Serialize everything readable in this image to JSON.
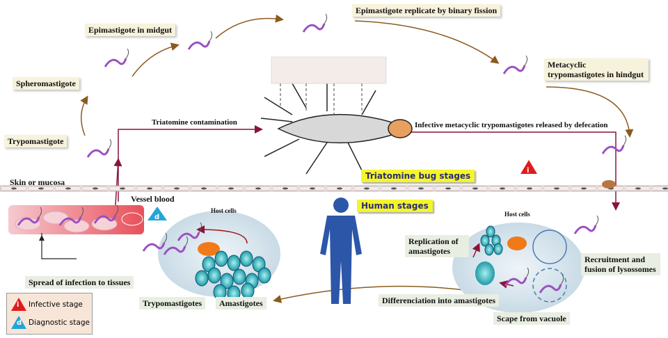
{
  "bug_stage_labels": {
    "epimastigote_midgut": "Epimastigote in midgut",
    "binary_fission": "Epimastigote replicate by binary fission",
    "metacyclic_hindgut": "Metacyclic trypomastigotes in hindgut",
    "spheromastigote": "Spheromastigote",
    "trypomastigote": "Trypomastigote",
    "triatomine_contamination": "Triatomine contamination",
    "released_by_defecation": "Infective metacyclic trypomastigotes released by defecation"
  },
  "section_titles": {
    "bug": "Triatomine bug stages",
    "human": "Human stages"
  },
  "human_labels": {
    "skin": "Skin or mucosa",
    "vessel_blood": "Vessel blood",
    "host_cells_left": "Host cells",
    "host_cells_right": "Host cells",
    "replication": "Replication of amastigotes",
    "recruitment": "Recruitment and fusion of lysossomes",
    "differentiation": "Differenciation into amastigotes",
    "scape": "Scape from vacuole",
    "spread": "Spread of infection to tissues",
    "trypomastigotes": "Trypomastigotes",
    "amastigotes": "Amastigotes"
  },
  "legend": {
    "infective": {
      "symbol": "i",
      "label": "Infective stage",
      "color": "#e01b1b"
    },
    "diagnostic": {
      "symbol": "d",
      "label": "Diagnostic stage",
      "color": "#22a6d8"
    }
  },
  "colors": {
    "arrow_brown": "#8a5a1e",
    "arrow_maroon": "#8a1438",
    "human_blue": "#2c56a8",
    "highlight": "#f4f52a"
  }
}
